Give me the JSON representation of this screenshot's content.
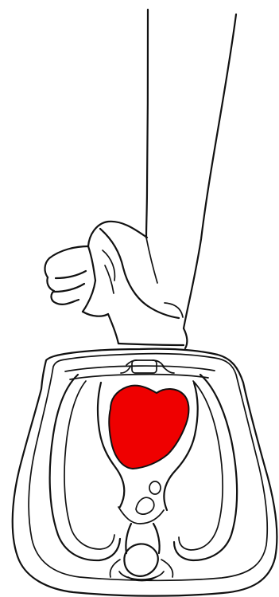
{
  "illustration": {
    "subject": "cpr-chest-compression-cross-section",
    "colors": {
      "line": "#111111",
      "background": "#ffffff",
      "heart_fill": "#ef0000"
    },
    "parts": [
      "arm",
      "hands",
      "chest-outline",
      "sternum",
      "heart",
      "lungs",
      "spine"
    ]
  }
}
